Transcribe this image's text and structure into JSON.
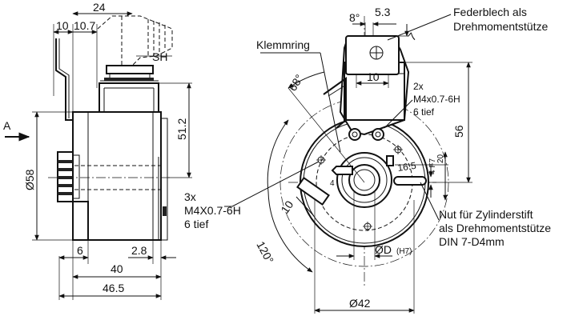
{
  "side_view": {
    "dims": {
      "d24": "24",
      "d10": "10",
      "d10_7": "10.7",
      "sh": "SH",
      "d51_2": "51.2",
      "a": "A",
      "d58": "Ø58",
      "d6": "6",
      "d2_8": "2.8",
      "d40": "40",
      "d46_5": "46.5"
    }
  },
  "front_view": {
    "dims": {
      "d8deg": "8°",
      "d5_3": "5.3",
      "d7": "7",
      "d10_top": "10",
      "d68deg": "68°",
      "d56": "56",
      "d16_5": "16.5",
      "d4f7": "4 F7",
      "d20": "20",
      "d4": "4",
      "d10_left": "10",
      "d120deg": "120°",
      "dD": "ØD",
      "dH7": "(H7)",
      "d42": "Ø42"
    },
    "labels": {
      "federblech_line1": "Federblech als",
      "federblech_line2": "Drehmomentstütze",
      "klemmring": "Klemmring",
      "m4_line1": "2x",
      "m4_line2": "M4x0.7-6H",
      "m4_line3": "6 tief",
      "m4b_line1": "3x",
      "m4b_line2": "M4X0.7-6H",
      "m4b_line3": "6 tief",
      "nut_line1": "Nut für Zylinderstift",
      "nut_line2": "als Drehmomentstütze",
      "nut_line3": "DIN 7-D4mm"
    }
  }
}
